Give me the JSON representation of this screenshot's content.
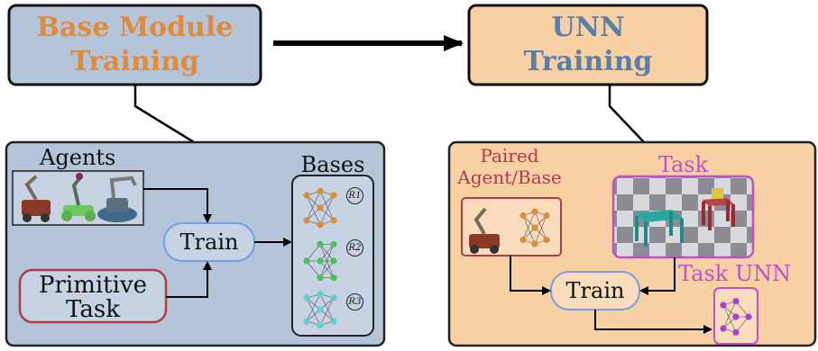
{
  "colors": {
    "blue_panel": "#b4c5da",
    "orange_panel": "#f7d0a4",
    "orange_text": "#e08a3a",
    "blue_text": "#5b7ea8",
    "red": "#b03a48",
    "purple": "#c050c8",
    "train_stroke": "#7a9ee0",
    "node_orange": "#d98e3a",
    "node_green": "#4cbf5e",
    "node_cyan": "#5fd0d0",
    "node_purple": "#a83fd0"
  },
  "base_header": {
    "line1": "Base Module",
    "line2": "Training"
  },
  "unn_header": {
    "line1": "UNN",
    "line2": "Training"
  },
  "left_panel": {
    "agents_label": "Agents",
    "train_label": "Train",
    "primitive_line1": "Primitive",
    "primitive_line2": "Task",
    "bases_label": "Bases",
    "base_tags": [
      "R1",
      "R2",
      "R3"
    ]
  },
  "right_panel": {
    "paired_line1": "Paired",
    "paired_line2": "Agent/Base",
    "task_label": "Task",
    "train_label": "Train",
    "task_unn_label": "Task UNN"
  }
}
